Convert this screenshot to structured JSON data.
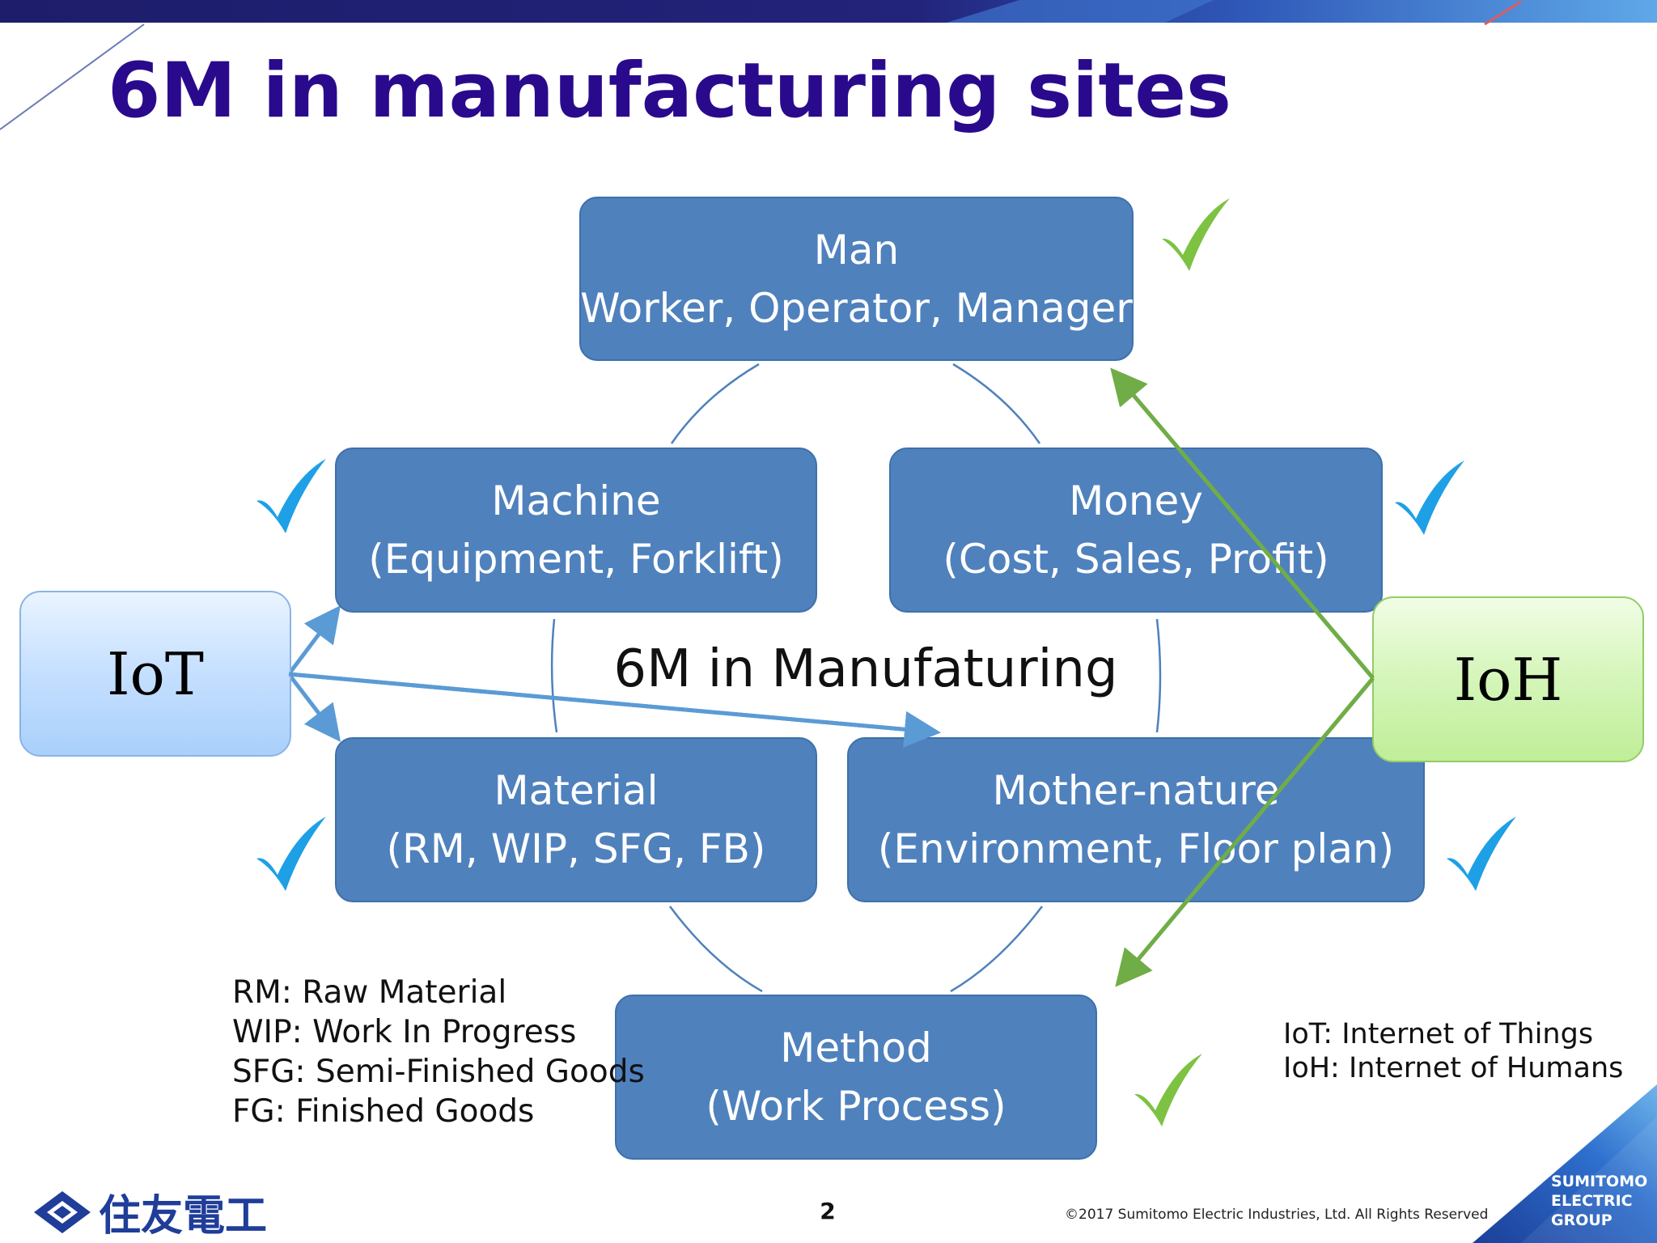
{
  "slide": {
    "title": "6M in manufacturing sites",
    "page_number": "2",
    "copyright": "©2017 Sumitomo Electric Industries, Ltd. All Rights Reserved"
  },
  "diagram": {
    "center_label": "6M in Manufaturing",
    "boxes": [
      {
        "name": "Man",
        "desc": "(Worker, Operator, Manager)"
      },
      {
        "name": "Machine",
        "desc": "(Equipment, Forklift)"
      },
      {
        "name": "Money",
        "desc": "(Cost, Sales, Profit)"
      },
      {
        "name": "Material",
        "desc": "(RM, WIP, SFG, FB)"
      },
      {
        "name": "Mother-nature",
        "desc": "(Environment, Floor plan)"
      },
      {
        "name": "Method",
        "desc": "(Work Process)"
      }
    ],
    "iot_label": "IoT",
    "ioh_label": "IoH"
  },
  "legend_left": [
    "RM: Raw Material",
    "WIP: Work In Progress",
    "SFG: Semi-Finished Goods",
    "FG: Finished Goods"
  ],
  "legend_right": [
    "IoT: Internet of Things",
    "IoH: Internet of Humans"
  ],
  "footer": {
    "logo_text": "住友電工",
    "group_lines": [
      "SUMITOMO",
      "ELECTRIC",
      "GROUP"
    ]
  },
  "colors": {
    "title": "#2a0a8c",
    "box_fill": "#4f81bd",
    "iot_arrow": "#5b9bd5",
    "ioh_arrow": "#70ad47",
    "check_green": "#7dc242",
    "check_blue": "#1ea0e6"
  },
  "icons": {
    "man_check": "green-check-icon",
    "machine_check": "blue-check-icon",
    "money_check": "blue-check-icon",
    "material_check": "blue-check-icon",
    "mother_nature_check": "blue-check-icon",
    "method_check": "green-check-icon"
  }
}
